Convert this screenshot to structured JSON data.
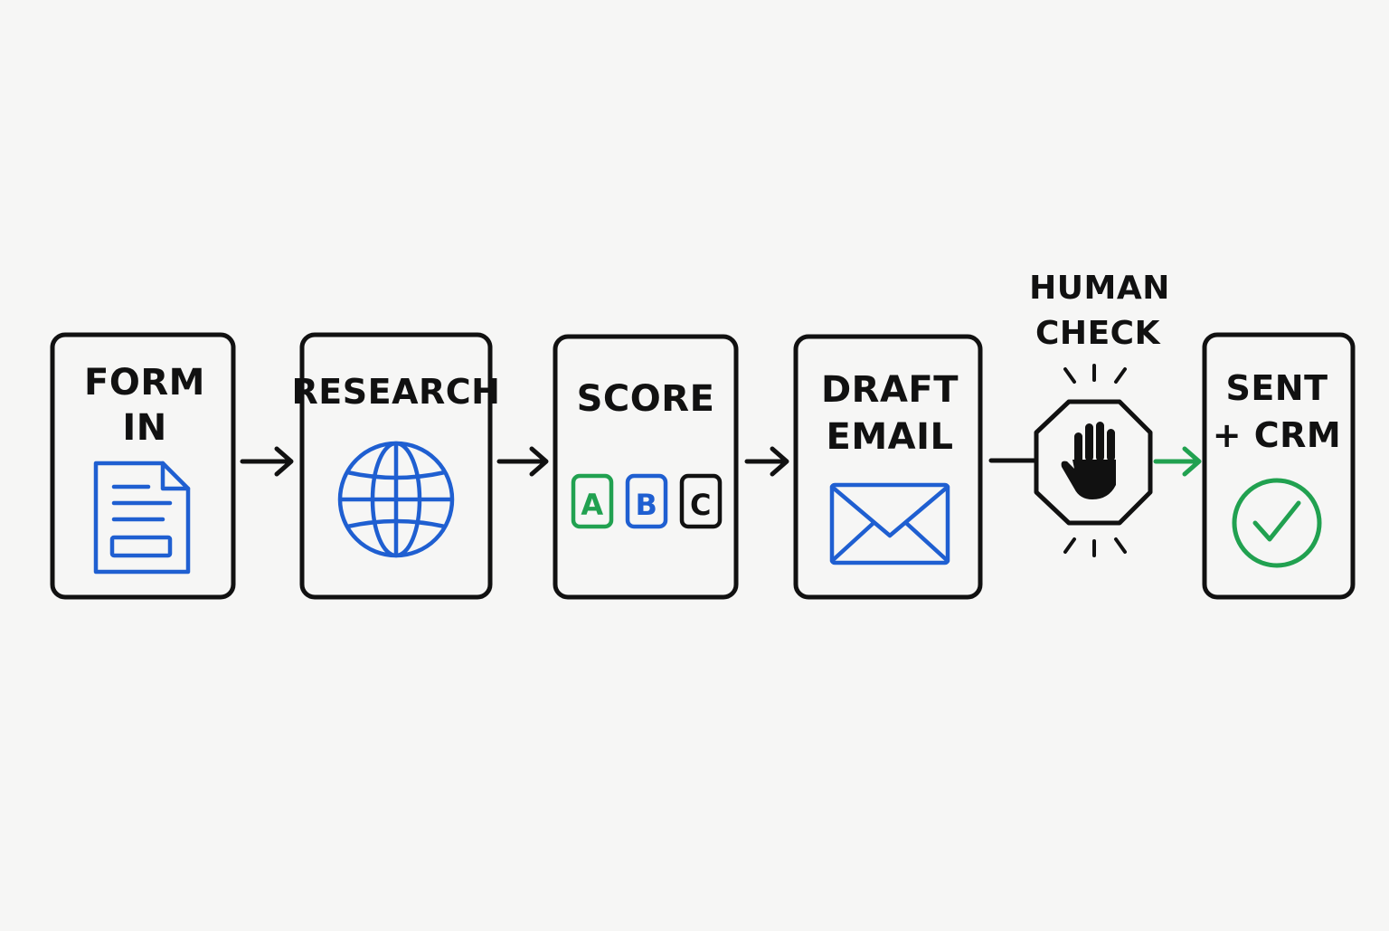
{
  "colors": {
    "ink": "#111111",
    "blue": "#1f5fd1",
    "green": "#21a150",
    "background": "#f6f6f5"
  },
  "steps": [
    {
      "line1": "FORM",
      "line2": "IN",
      "icon": "document-icon"
    },
    {
      "line1": "RESEARCH",
      "icon": "globe-icon"
    },
    {
      "line1": "SCORE",
      "icon": "grade-boxes-icon",
      "grades": [
        "A",
        "B",
        "C"
      ]
    },
    {
      "line1": "DRAFT",
      "line2": "EMAIL",
      "icon": "envelope-icon"
    },
    {
      "line1": "SENT",
      "line2": "+ CRM",
      "icon": "checkmark-circle-icon"
    }
  ],
  "human_check": {
    "line1": "HUMAN",
    "line2": "CHECK",
    "icon": "stop-hand-icon"
  }
}
